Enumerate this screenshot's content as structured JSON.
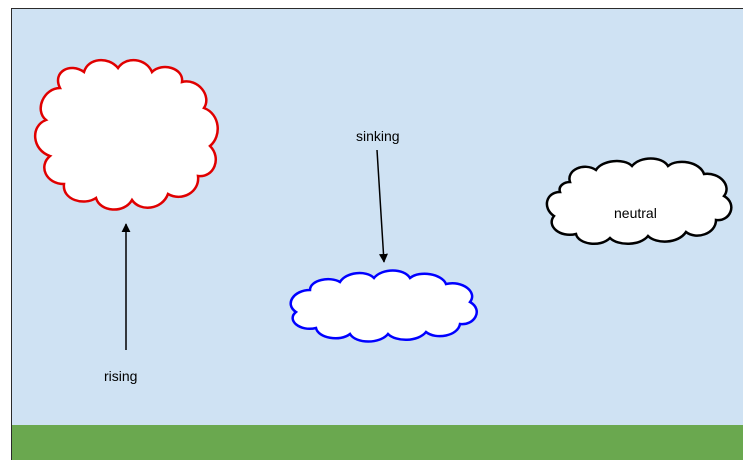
{
  "labels": {
    "rising": "rising",
    "sinking": "sinking",
    "neutral": "neutral"
  },
  "clouds": {
    "rising": {
      "outline_color": "#e00000"
    },
    "sinking": {
      "outline_color": "#0000ff"
    },
    "neutral": {
      "outline_color": "#000000"
    }
  },
  "colors": {
    "sky": "#cfe2f3",
    "ground": "#6aa84f",
    "arrow": "#000000"
  }
}
